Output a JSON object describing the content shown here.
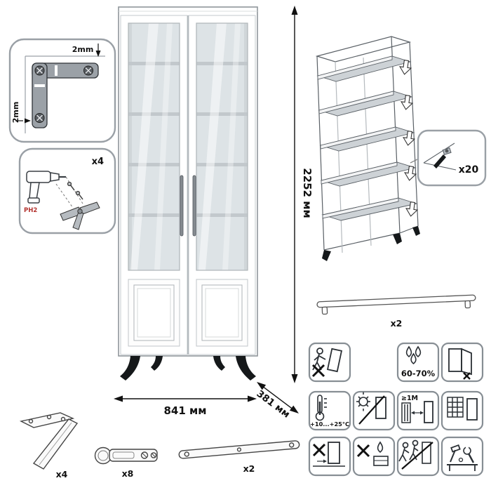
{
  "dimensions": {
    "height": "2252 мм",
    "width": "841 мм",
    "depth": "381 мм"
  },
  "corner_bracket_inset": {
    "gap_top": "2mm",
    "gap_side": "2mm"
  },
  "drill_inset": {
    "count": "x4",
    "bit_label": "PH2"
  },
  "shelf_pin_inset": {
    "count": "x20"
  },
  "handle_part": {
    "count": "x2"
  },
  "leg_part": {
    "count": "x4"
  },
  "hinge_part": {
    "count": "x8"
  },
  "bracket_part": {
    "count": "x2"
  },
  "care": {
    "humidity": "60-70%",
    "temperature": "+10...+25°C",
    "min_distance": "≥1M"
  },
  "colors": {
    "dimension_text": "#111111",
    "line": "#5a6066",
    "glass": "#dde3e6",
    "leg_black": "#15181a"
  }
}
